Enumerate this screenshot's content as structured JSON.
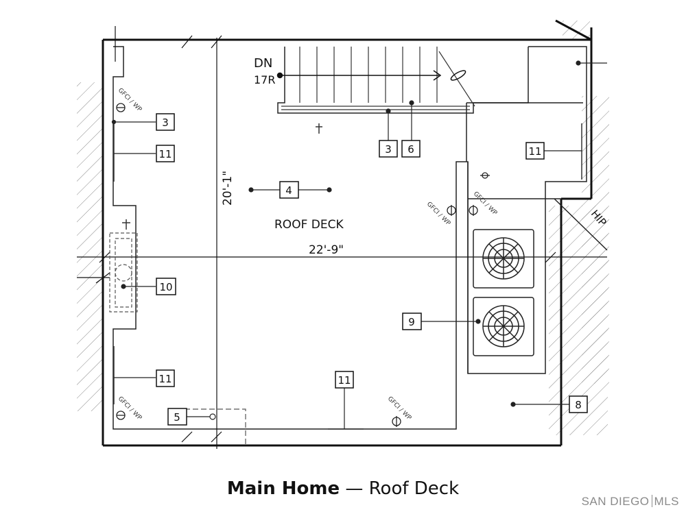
{
  "plan": {
    "room_label": "ROOF DECK",
    "width_dim": "22'-9\"",
    "depth_dim": "20'-1\"",
    "stair_label": "DN",
    "stair_risers": "17R",
    "gfci_label": "GFCI / WP",
    "hip_label": "HIP",
    "callouts": [
      "3",
      "11",
      "3",
      "6",
      "11",
      "4",
      "10",
      "9",
      "11",
      "11",
      "5",
      "8"
    ]
  },
  "caption": {
    "strong": "Main Home",
    "separator": "—",
    "rest": "Roof Deck"
  },
  "watermark": {
    "left": "SAN DIEGO",
    "right": "MLS"
  }
}
